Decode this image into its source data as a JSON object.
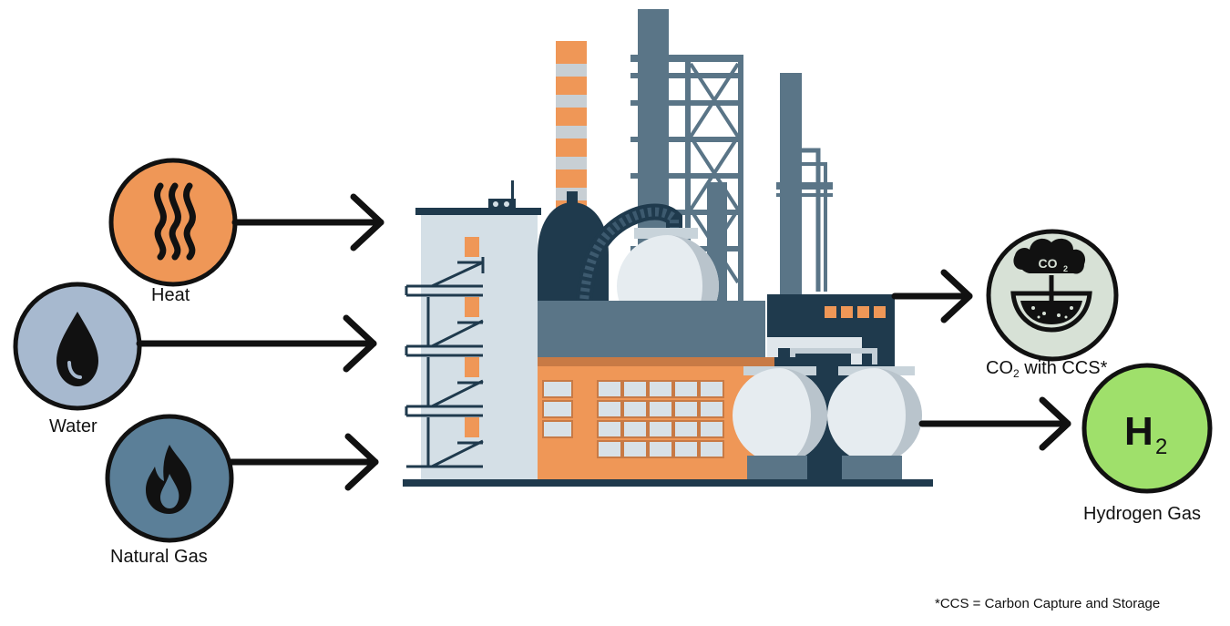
{
  "inputs": {
    "heat": {
      "label": "Heat",
      "color": "#ef9757",
      "icon": "heat-waves-icon"
    },
    "water": {
      "label": "Water",
      "color": "#a7b9cf",
      "icon": "water-drop-icon"
    },
    "natural_gas": {
      "label": "Natural Gas",
      "color": "#5b7f98",
      "icon": "flame-icon"
    }
  },
  "outputs": {
    "co2": {
      "label_main": "CO",
      "label_sub": "2",
      "label_rest": " with CCS*",
      "icon_text_main": "CO",
      "icon_text_sub": "2",
      "color": "#d7e1d6",
      "icon": "co2-capture-icon"
    },
    "hydrogen": {
      "label": "Hydrogen Gas",
      "symbol_main": "H",
      "symbol_sub": "2",
      "color": "#9fe06b",
      "icon": "h2-molecule-icon"
    }
  },
  "footnote": "*CCS = Carbon Capture and Storage",
  "colors": {
    "outline": "#111111",
    "navy": "#1f3a4d",
    "slate": "#5a7587",
    "orange": "#ef9757",
    "light": "#d4dfe6"
  }
}
